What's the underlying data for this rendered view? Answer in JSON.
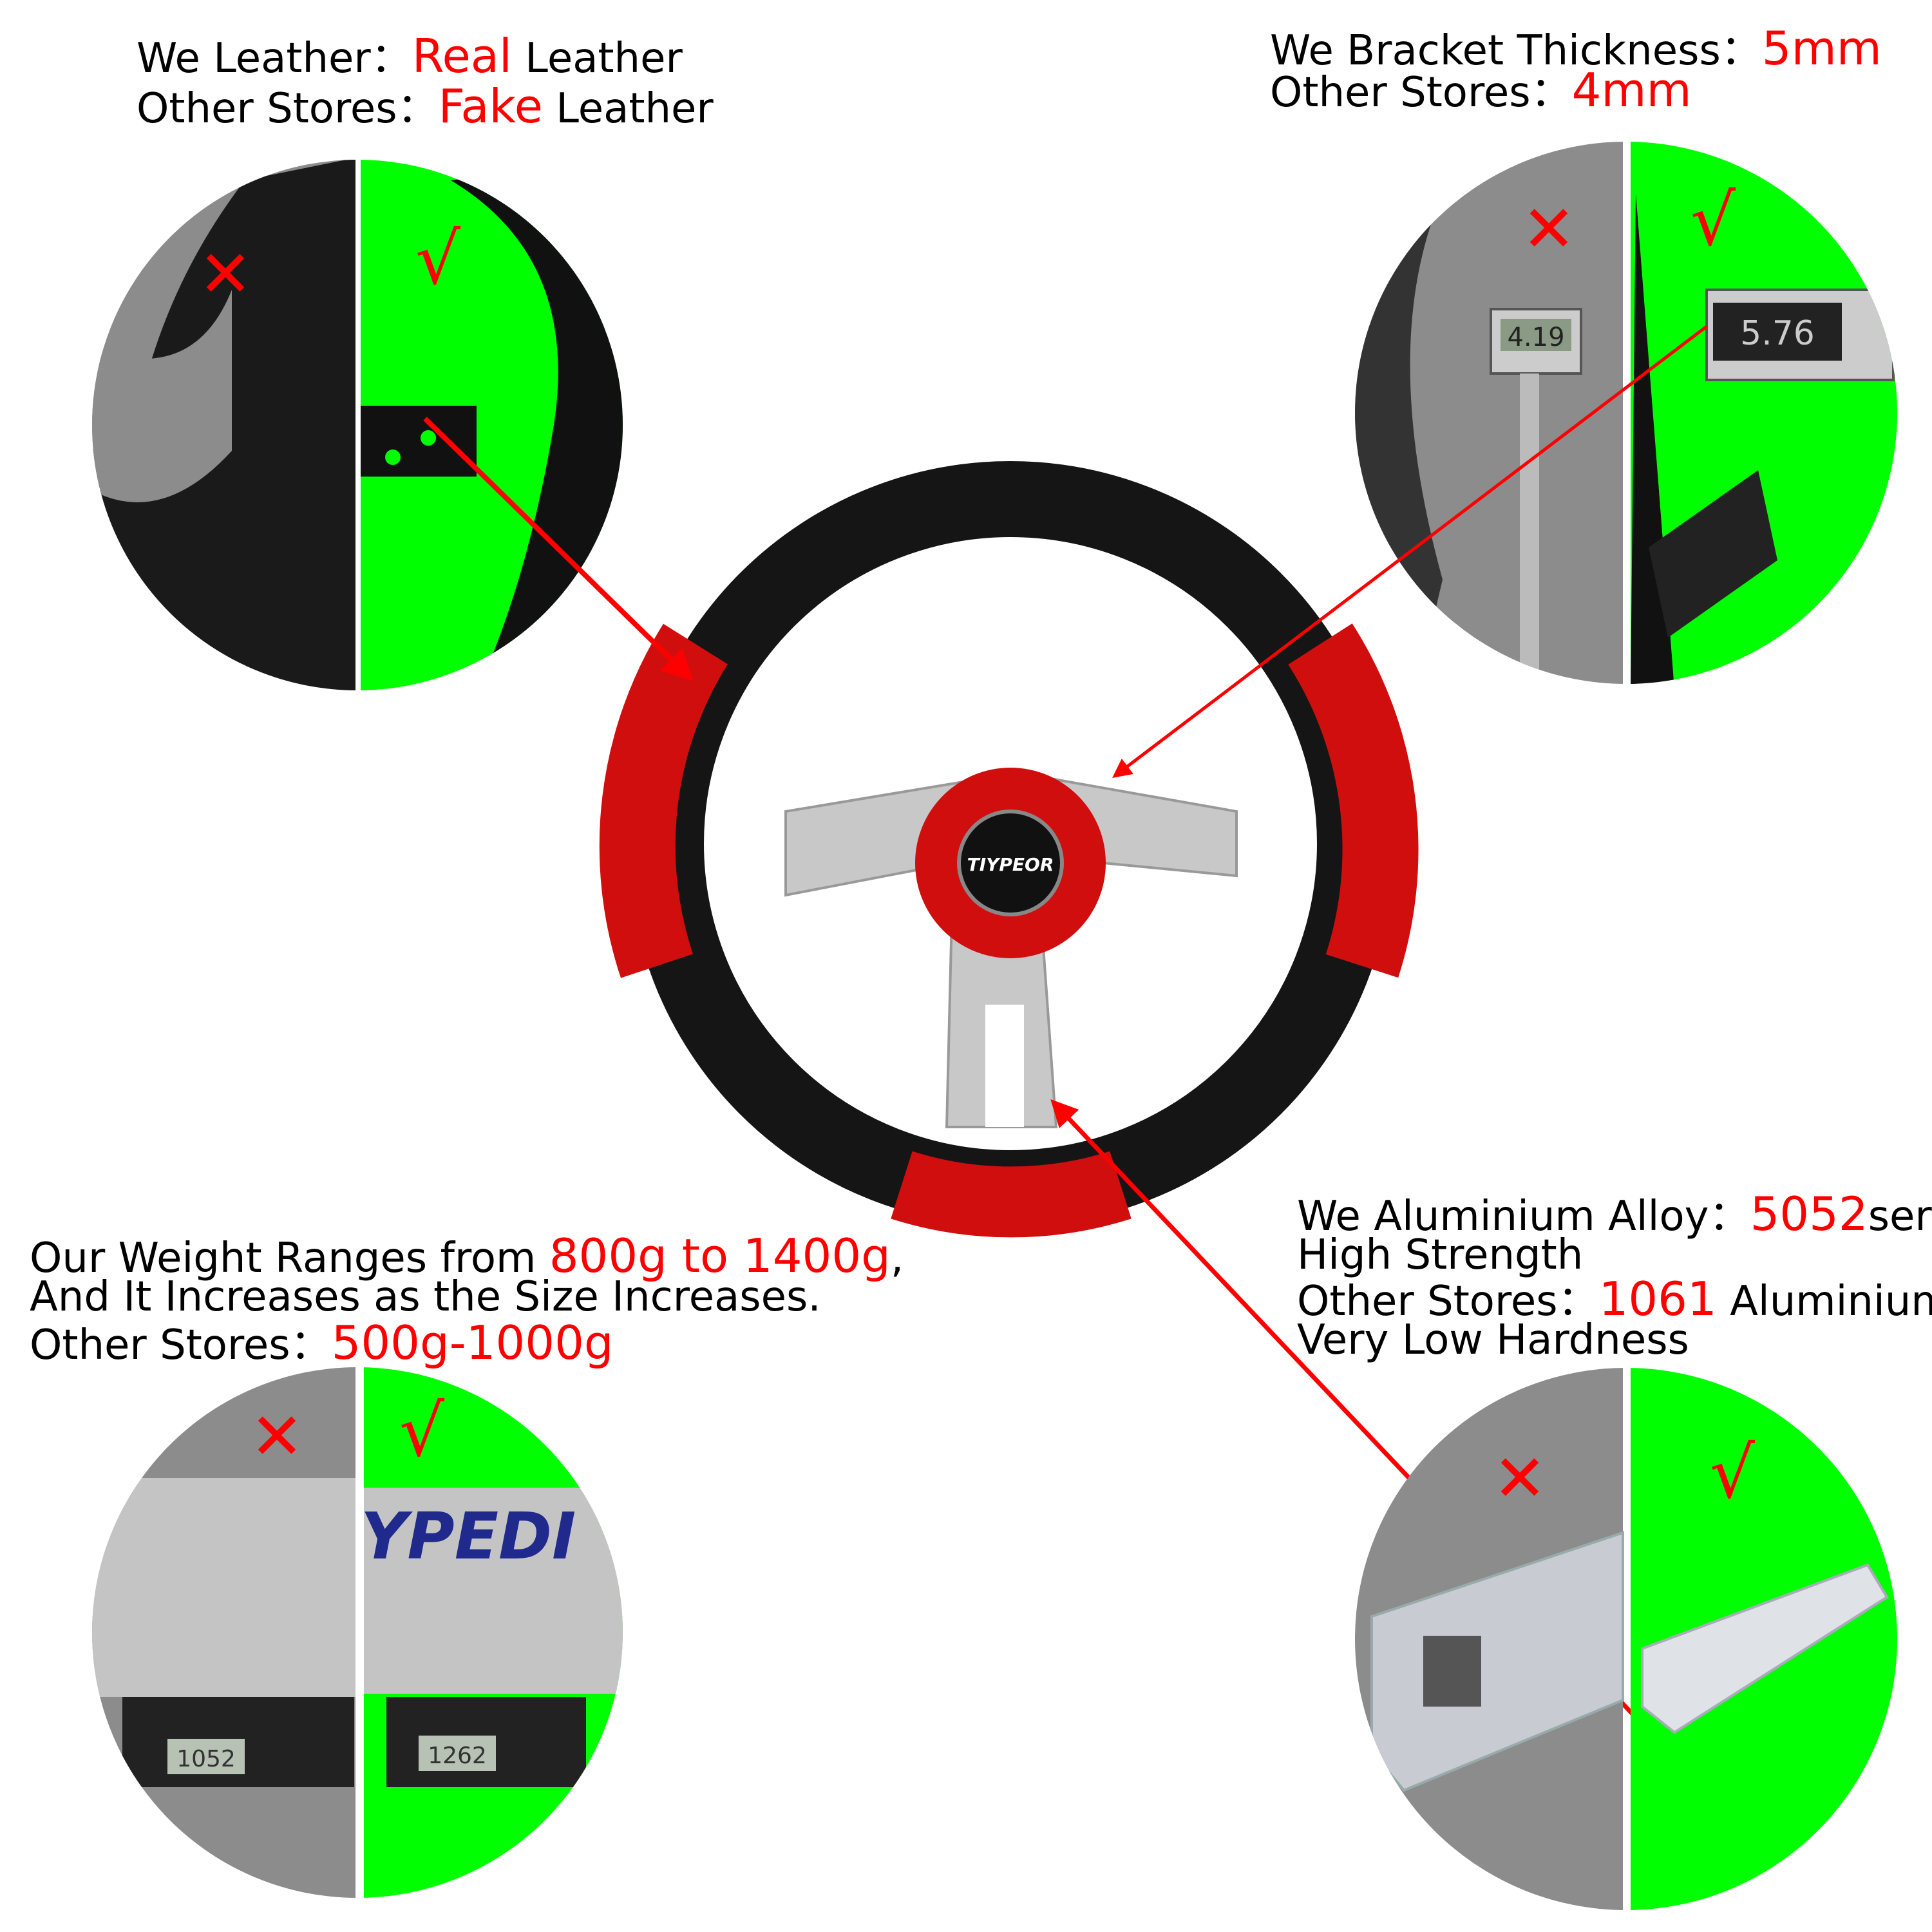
{
  "leather": {
    "we_label": "We Leather：",
    "we_value": "Real",
    "we_suffix": " Leather",
    "other_label": "Other Stores：",
    "other_value": "Fake",
    "other_suffix": " Leather"
  },
  "bracket": {
    "we_label": "We Bracket Thickness：",
    "we_value": "5mm",
    "other_label": "Other Stores：",
    "other_value": "4mm",
    "caliper_other_reading": "4.19",
    "caliper_we_reading": "5.76"
  },
  "weight": {
    "line1_prefix": "Our Weight Ranges from ",
    "line1_value": "800g to 1400g",
    "line1_suffix": ",",
    "line2": "And It Increases as the Size Increases.",
    "other_label": "Other Stores：",
    "other_value": "500g-1000g",
    "scale_other_reading": "1052",
    "scale_we_reading": "1262",
    "box_brand": "YPEDI"
  },
  "alloy": {
    "we_label": "We Aluminium Alloy：",
    "we_value": "5052",
    "we_suffix": "series,",
    "line2": "High Strength",
    "other_label": "Other Stores：",
    "other_value": "1061",
    "other_suffix": " Aluminium",
    "line4": "Very Low Hardness"
  },
  "wheel": {
    "hub_logo": "TIYPEOR"
  },
  "marks": {
    "cross": "✕",
    "check": "√"
  },
  "colors": {
    "accent": "#ff0000",
    "good": "#00ff00",
    "bad": "#8c8c8c"
  }
}
